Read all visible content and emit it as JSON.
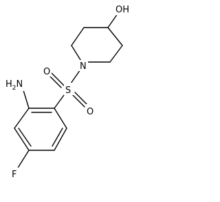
{
  "molecule": {
    "atom_labels": {
      "hydroxyl": "OH",
      "piperidine_nitrogen": "N",
      "sulfur": "S",
      "sulfonyl_oxygen_left": "O",
      "sulfonyl_oxygen_right": "O",
      "amino_group": "H2N",
      "fluorine": "F"
    },
    "bond_color": "#000000",
    "background_color": "#ffffff"
  }
}
